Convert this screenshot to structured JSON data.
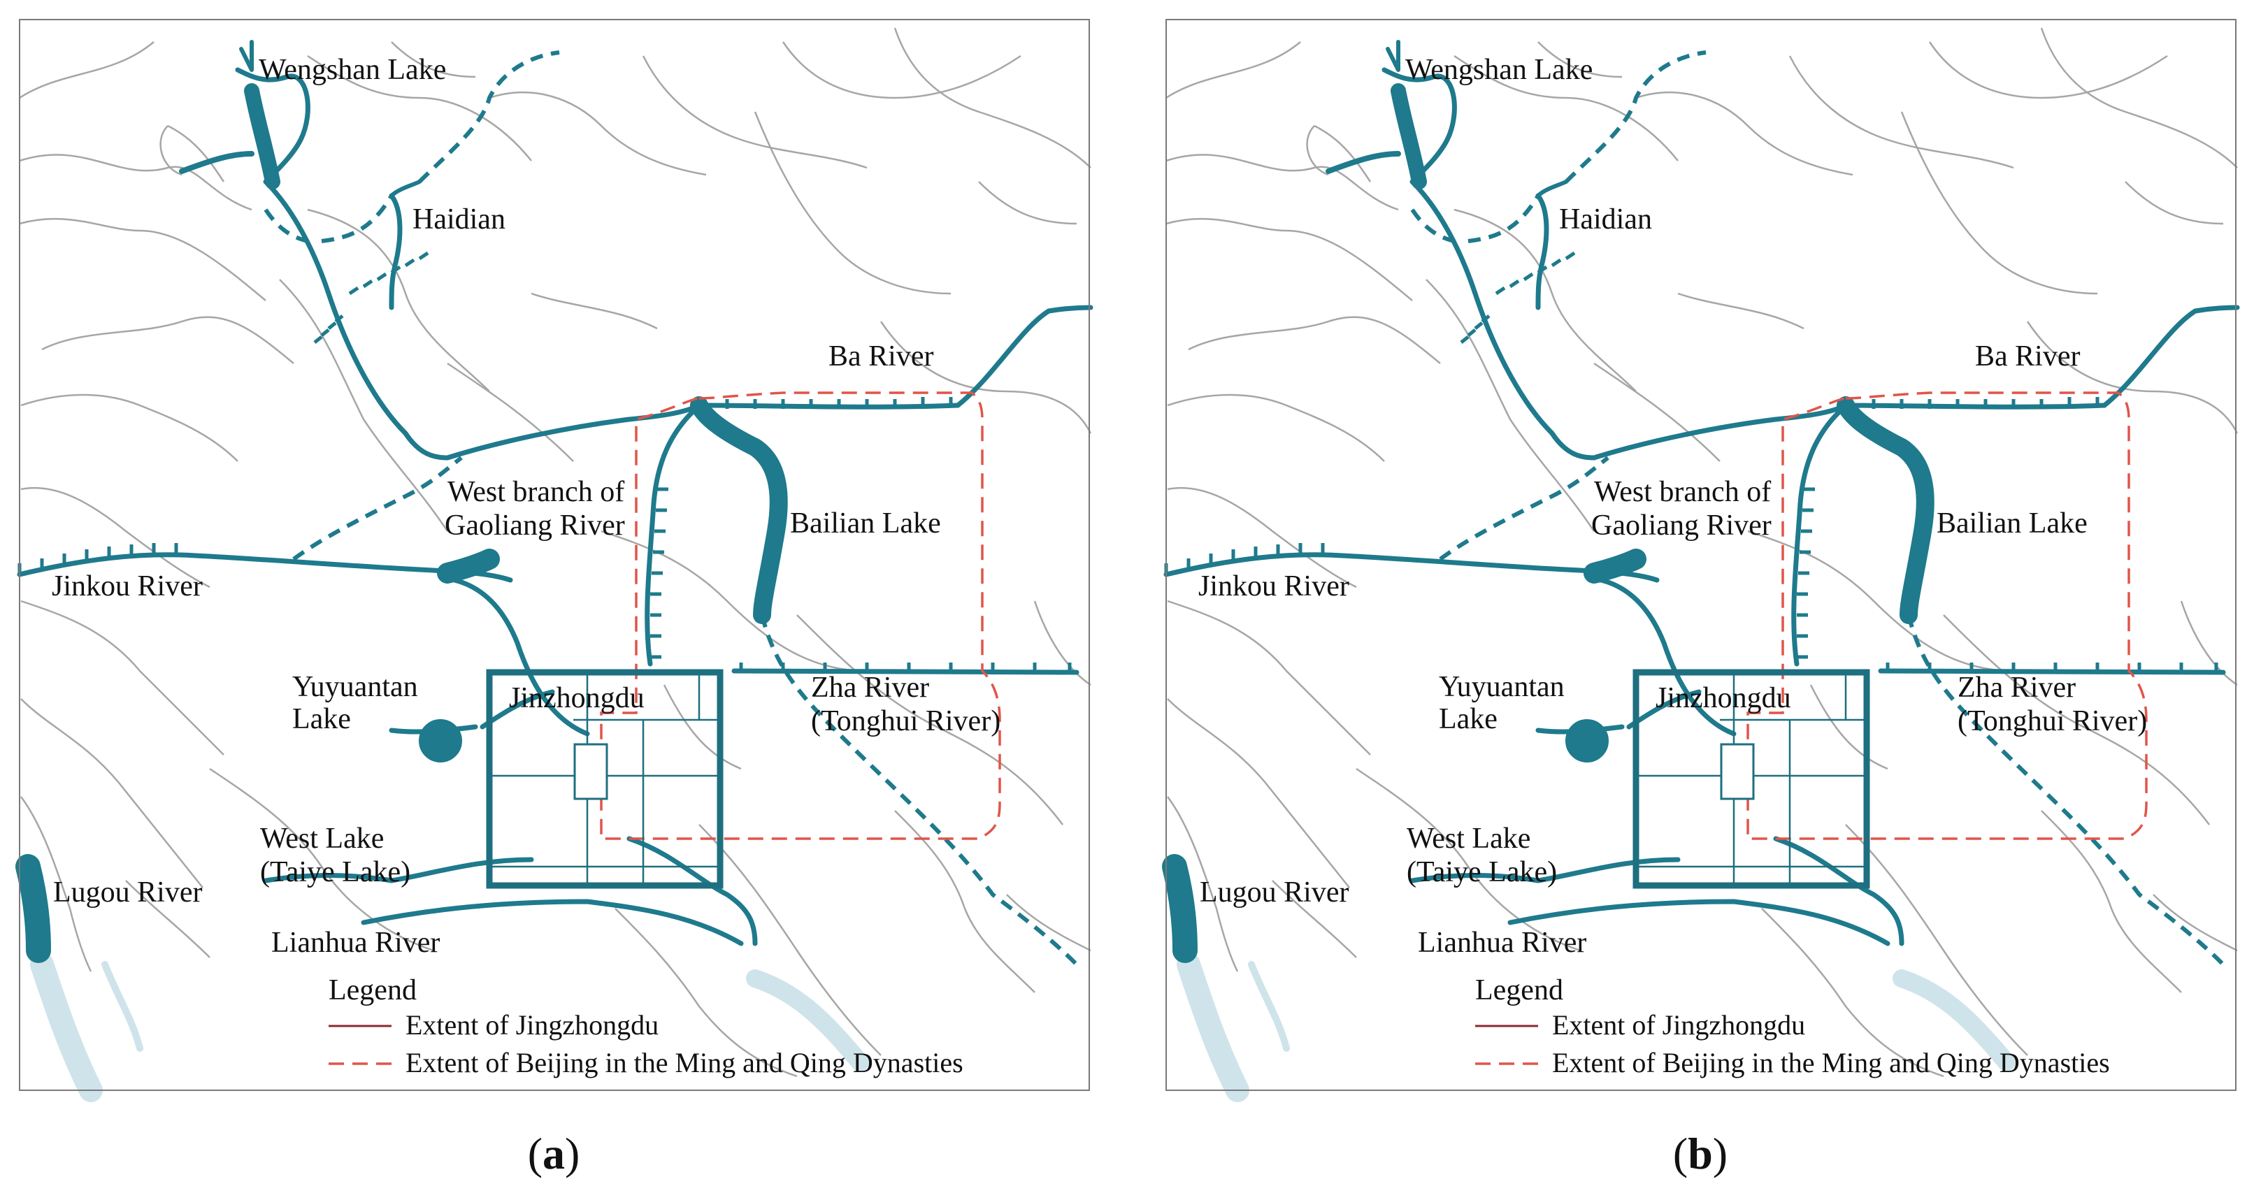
{
  "panels": [
    {
      "caption_letter": "a",
      "labels": {
        "wengshan": "Wengshan Lake",
        "haidian": "Haidian",
        "ba": "Ba River",
        "west_branch_1": "West branch of",
        "west_branch_2": "Gaoliang River",
        "bailian": "Bailian Lake",
        "jinkou": "Jinkou River",
        "yuyuantan_1": "Yuyuantan",
        "yuyuantan_2": "Lake",
        "jinzhongdu": "Jinzhongdu",
        "zha_1": "Zha River",
        "zha_2": "(Tonghui River)",
        "westlake_1": "West Lake",
        "westlake_2": "(Taiye Lake)",
        "lugou": "Lugou River",
        "lianhua": "Lianhua River"
      },
      "legend": {
        "title": "Legend",
        "item1": "Extent of Jingzhongdu",
        "item2": "Extent of Beijing in the Ming and Qing Dynasties"
      }
    },
    {
      "caption_letter": "b",
      "labels": {
        "wengshan": "Wengshan Lake",
        "haidian": "Haidian",
        "ba": "Ba River",
        "west_branch_1": "West branch of",
        "west_branch_2": "Gaoliang River",
        "bailian": "Bailian Lake",
        "jinkou": "Jinkou River",
        "yuyuantan_1": "Yuyuantan",
        "yuyuantan_2": "Lake",
        "jinzhongdu": "Jinzhongdu",
        "zha_1": "Zha River",
        "zha_2": "(Tonghui River)",
        "westlake_1": "West Lake",
        "westlake_2": "(Taiye Lake)",
        "lugou": "Lugou River",
        "lianhua": "Lianhua River"
      },
      "legend": {
        "title": "Legend",
        "item1": "Extent of Jingzhongdu",
        "item2": "Extent of Beijing in the Ming and Qing Dynasties"
      }
    }
  ],
  "colors": {
    "water": "#1e7a8c",
    "contour": "#a6a6a6",
    "ming_qing_extent": "#e0554a",
    "jinzhongdu_extent": "#1e6f80",
    "legend_line": "#8b2a30",
    "light_river": "#cfe3ea"
  }
}
